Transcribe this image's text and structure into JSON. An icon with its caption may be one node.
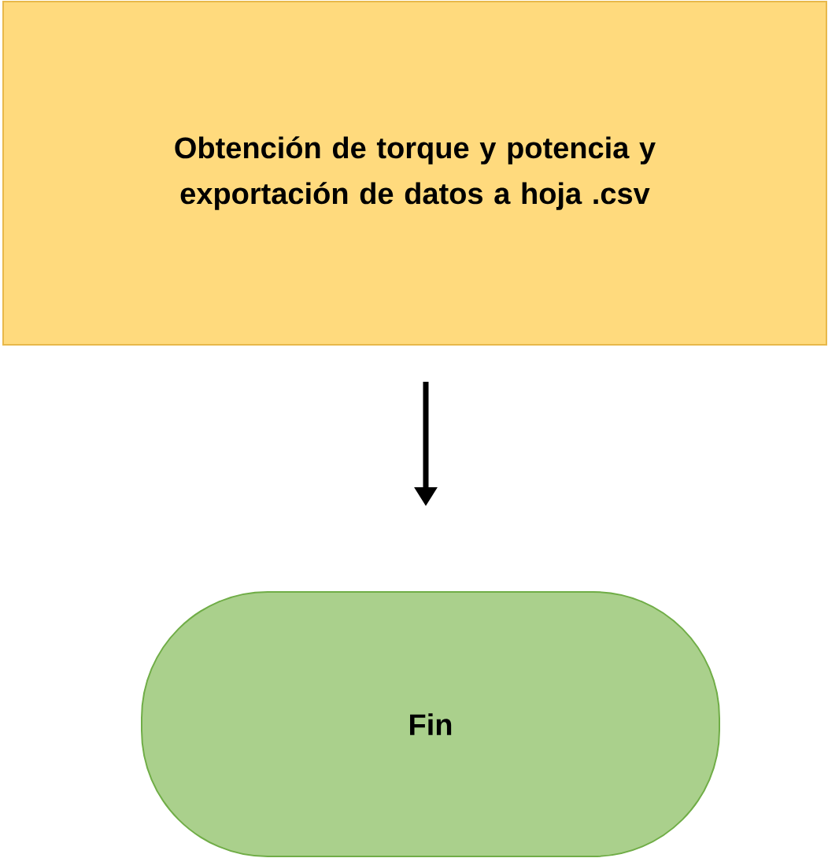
{
  "diagram": {
    "nodes": [
      {
        "text": [
          "Obtención de torque y potencia y exportación de datos a hoja .csv"
        ]
      },
      {
        "text": [
          "Fin"
        ]
      }
    ],
    "edges": [
      {
        "from": 0,
        "to": 1,
        "arrow": "to"
      }
    ]
  }
}
